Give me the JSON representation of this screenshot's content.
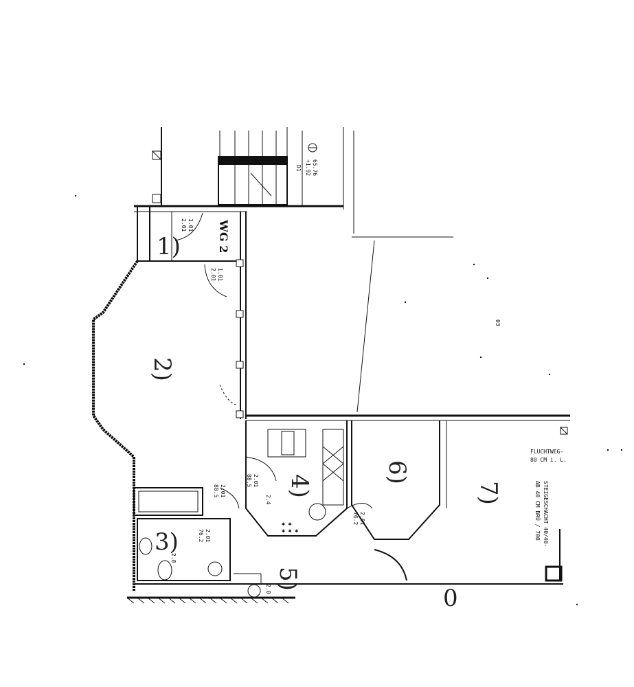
{
  "plan": {
    "unit_label": "WG 2",
    "rooms": [
      {
        "num": "1)"
      },
      {
        "num": "2)"
      },
      {
        "num": "3)"
      },
      {
        "num": "4)"
      },
      {
        "num": "5)"
      },
      {
        "num": "6)"
      },
      {
        "num": "7)"
      }
    ],
    "bottom_mark": "0",
    "area_code": "03",
    "stair_code": "D1",
    "stair_level": "+1.92",
    "stair_level2": "65.76",
    "doors": {
      "d1_a": "1.01",
      "d1_b": "2.01",
      "d2_a": "1.01",
      "d2_b": "2.01",
      "d3_a": "88.5",
      "d3_b": "2.01",
      "d4_a": "88.5",
      "d4_b": "2.01",
      "d5_a": "76.2",
      "d5_b": "2.01",
      "d6_a": "76.2",
      "d6_b": "2.01"
    },
    "dims": {
      "kitchen_h": "2.4",
      "bath_h": "2.8",
      "hall_h": "2.0"
    },
    "notes": {
      "escape1": "FLUCHTWEG-",
      "escape2": "80 CM i. L.",
      "stair1": "STEIGESCHACHT 40/40-",
      "stair2": "AB 40 CM BRÜ / 700"
    }
  }
}
